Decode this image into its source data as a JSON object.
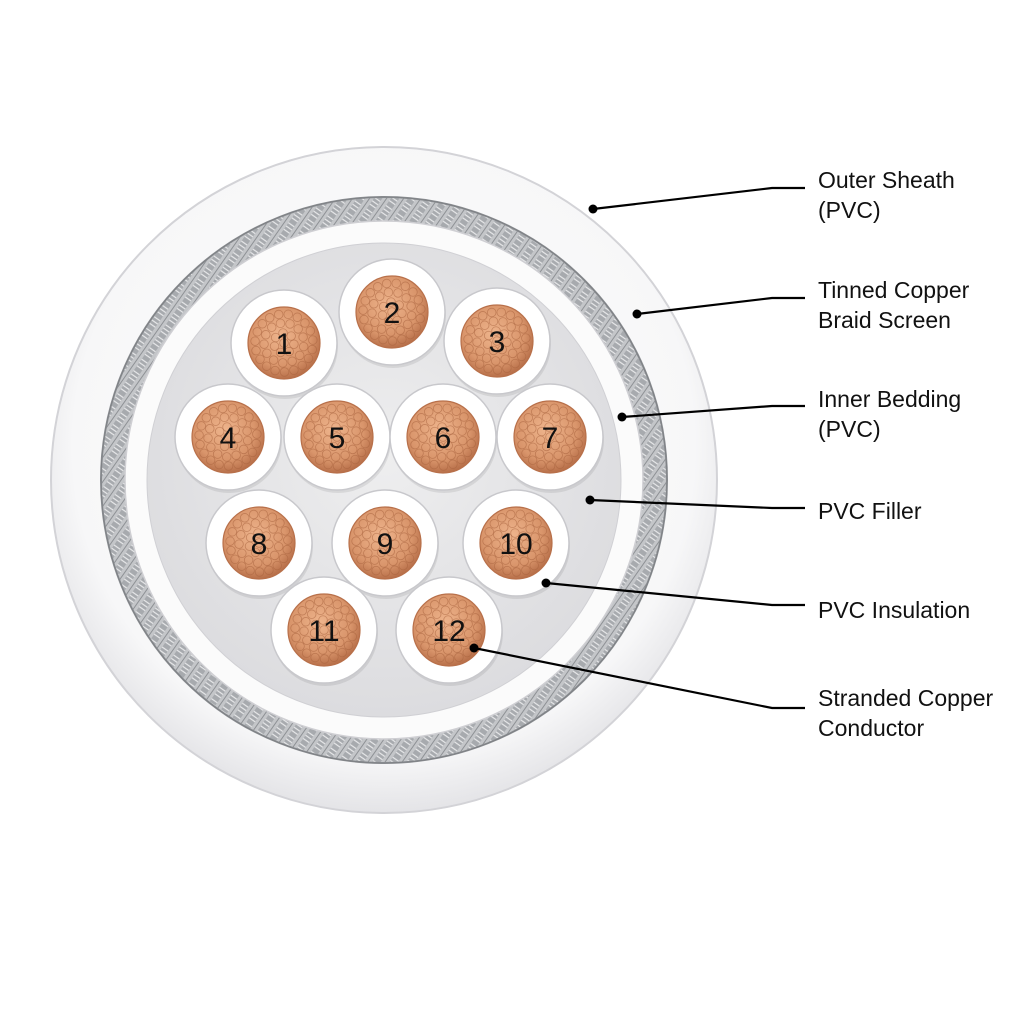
{
  "callouts": [
    {
      "id": "outer-sheath",
      "lines": [
        "Outer Sheath",
        "(PVC)"
      ]
    },
    {
      "id": "braid-screen",
      "lines": [
        "Tinned Copper",
        "Braid Screen"
      ]
    },
    {
      "id": "inner-bedding",
      "lines": [
        "Inner Bedding",
        "(PVC)"
      ]
    },
    {
      "id": "pvc-filler",
      "lines": [
        "PVC Filler"
      ]
    },
    {
      "id": "pvc-insulation",
      "lines": [
        "PVC Insulation"
      ]
    },
    {
      "id": "stranded-conductor",
      "lines": [
        "Stranded Copper",
        "Conductor"
      ]
    }
  ],
  "cores": [
    "1",
    "2",
    "3",
    "4",
    "5",
    "6",
    "7",
    "8",
    "9",
    "10",
    "11",
    "12"
  ],
  "colors": {
    "sheath": "#ffffff",
    "braid": "#b8babd",
    "filler": "#e6e6e8",
    "insulation": "#ffffff",
    "copper": "#d9956b",
    "copper_dark": "#b8704a",
    "text": "#111111"
  }
}
